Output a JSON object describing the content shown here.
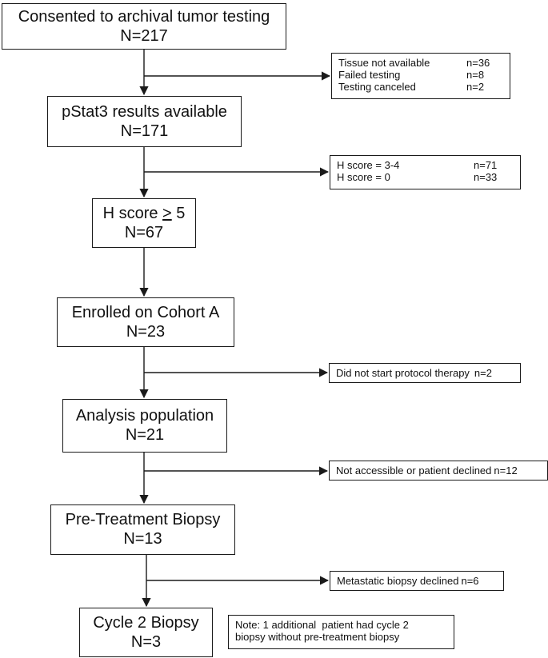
{
  "main_steps": [
    {
      "line1": "Consented to archival tumor testing",
      "line2": "N=217"
    },
    {
      "line1": "pStat3 results available",
      "line2": "N=171"
    },
    {
      "line1_prefix": "H score ",
      "line1_symbol": ">",
      "line1_suffix": " 5",
      "line2": "N=67"
    },
    {
      "line1": "Enrolled on Cohort A",
      "line2": "N=23"
    },
    {
      "line1": "Analysis population",
      "line2": "N=21"
    },
    {
      "line1": "Pre-Treatment Biopsy",
      "line2": "N=13"
    },
    {
      "line1": "Cycle 2 Biopsy",
      "line2": "N=3"
    }
  ],
  "exclusions": {
    "tissue": [
      {
        "label": "Tissue not available",
        "value": "n=36"
      },
      {
        "label": "Failed testing",
        "value": "n=8"
      },
      {
        "label": "Testing canceled",
        "value": "n=2"
      }
    ],
    "hscore": [
      {
        "label": "H score = 3-4",
        "value": "n=71"
      },
      {
        "label": "H score = 0",
        "value": "n=33"
      }
    ],
    "protocol": {
      "label": "Did not start protocol therapy",
      "value": "n=2"
    },
    "accessible": {
      "label": "Not accessible or patient declined",
      "value": "n=12"
    },
    "metastatic": {
      "label": "Metastatic biopsy declined",
      "value": "n=6"
    }
  },
  "note": {
    "line1": "Note: 1 additional  patient had cycle 2",
    "line2": "biopsy without pre-treatment biopsy"
  }
}
